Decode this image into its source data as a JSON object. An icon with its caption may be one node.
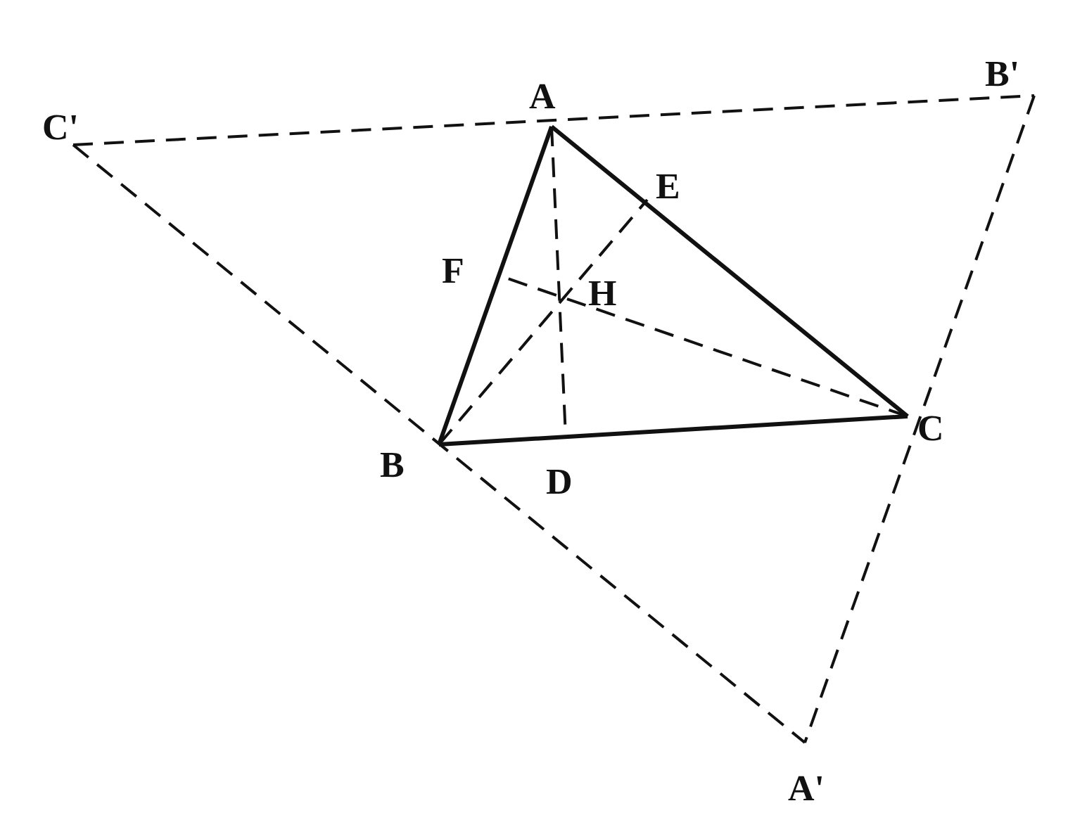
{
  "diagram": {
    "labels": [
      "C'",
      "A",
      "B'",
      "E",
      "F",
      "H",
      "B",
      "D",
      "C",
      "A'"
    ]
  }
}
